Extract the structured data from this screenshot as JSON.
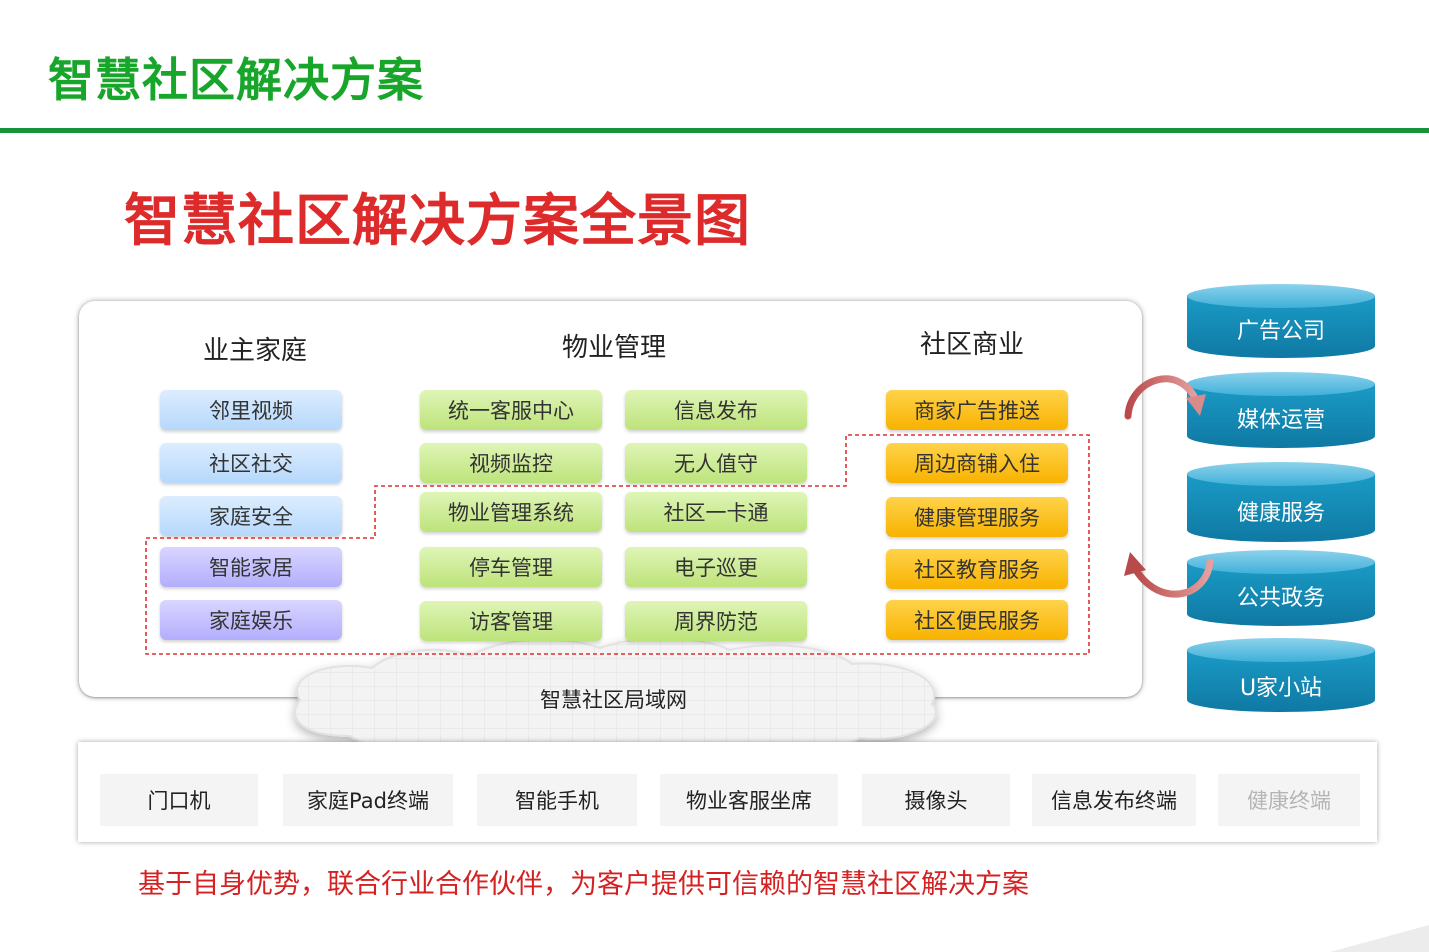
{
  "header": {
    "title": "智慧社区解决方案"
  },
  "diagram": {
    "title": "智慧社区解决方案全景图",
    "columns": {
      "owner_home": {
        "heading": "业主家庭",
        "items": [
          "邻里视频",
          "社区社交",
          "家庭安全",
          "智能家居",
          "家庭娱乐"
        ]
      },
      "property": {
        "heading": "物业管理",
        "items_left": [
          "统一客服中心",
          "视频监控",
          "物业管理系统",
          "停车管理",
          "访客管理"
        ],
        "items_right": [
          "信息发布",
          "无人值守",
          "社区一卡通",
          "电子巡更",
          "周界防范"
        ]
      },
      "commerce": {
        "heading": "社区商业",
        "items": [
          "商家广告推送",
          "周边商铺入住",
          "健康管理服务",
          "社区教育服务",
          "社区便民服务"
        ]
      }
    },
    "network_label": "智慧社区局域网",
    "partners": [
      "广告公司",
      "媒体运营",
      "健康服务",
      "公共政务",
      "U家小站"
    ],
    "devices": [
      "门口机",
      "家庭Pad终端",
      "智能手机",
      "物业客服坐席",
      "摄像头",
      "信息发布终端",
      "健康终端"
    ]
  },
  "footer": {
    "text": "基于自身优势，联合行业合作伙伴，为客户提供可信赖的智慧社区解决方案"
  },
  "colors": {
    "header_green": "#17a52a",
    "title_red": "#dd2a2a",
    "cylinder_teal": "#1790b8",
    "chip_blue": "#c6e1fd",
    "chip_purple": "#c4c0fe",
    "chip_green": "#cdea93",
    "chip_orange": "#fbc021",
    "dash_red": "#e03030"
  }
}
